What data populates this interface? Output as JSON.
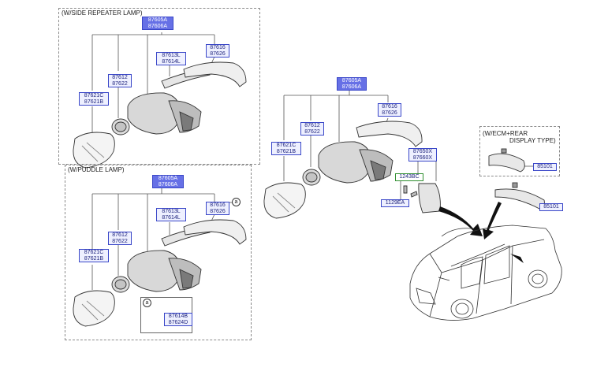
{
  "sections": {
    "repeater": {
      "title": "(W/SIDE REPEATER LAMP)",
      "assy": [
        "87605A",
        "87606A"
      ],
      "cover": [
        "87616",
        "87626"
      ],
      "lamp": [
        "87613L",
        "87614L"
      ],
      "cap": [
        "87612",
        "87622"
      ],
      "glass": [
        "87621C",
        "87621B"
      ]
    },
    "puddle": {
      "title": "(W/PUDDLE LAMP)",
      "assy": [
        "87605A",
        "87606A"
      ],
      "cover": [
        "87616",
        "87626"
      ],
      "lamp": [
        "87613L",
        "87614L"
      ],
      "cap": [
        "87612",
        "87622"
      ],
      "glass": [
        "87621C",
        "87621B"
      ],
      "callout": "a",
      "inset_label": "a",
      "puddle_lamp": [
        "87614B",
        "87624D"
      ]
    },
    "main": {
      "assy": [
        "87605A",
        "87606A"
      ],
      "cover": [
        "87616",
        "87626"
      ],
      "cap": [
        "87612",
        "87622"
      ],
      "glass": [
        "87621C",
        "87621B"
      ],
      "triangle": [
        "87650X",
        "87660X"
      ],
      "screw_bolt": "1243BC",
      "screw": "1129EA"
    },
    "ecm": {
      "title_line1": "(W/ECM+REAR",
      "title_line2": "DISPLAY TYPE)",
      "inner_mirror_ecm": "85101",
      "inner_mirror": "85101"
    }
  },
  "colors": {
    "label_border": "#3a47c8",
    "label_fill": "#eef0ff",
    "highlight_fill": "#6670e6",
    "green_label_border": "#2f8f2f"
  }
}
